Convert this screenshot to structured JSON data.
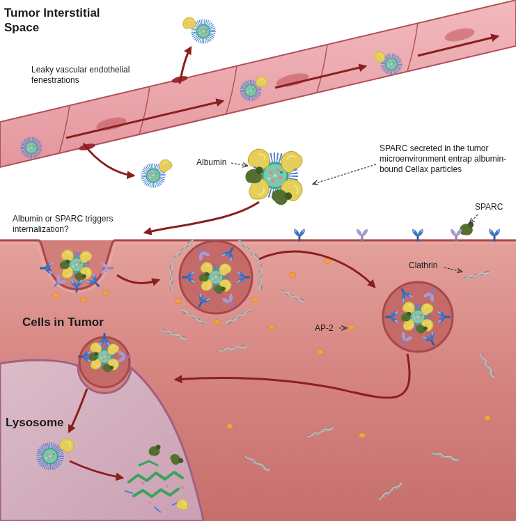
{
  "diagram": {
    "labels": [
      "Tumor Interstitial Space",
      "Leaky vascular endothelial fenestrations",
      "Albumin",
      "SPARC secreted in the tumor microenvironment entrap albumin-bound Cellax particles",
      "SPARC",
      "Albumin or SPARC triggers internalization?",
      "Clathrin",
      "Cells in Tumor",
      "AP-2",
      "Lysosome"
    ]
  }
}
